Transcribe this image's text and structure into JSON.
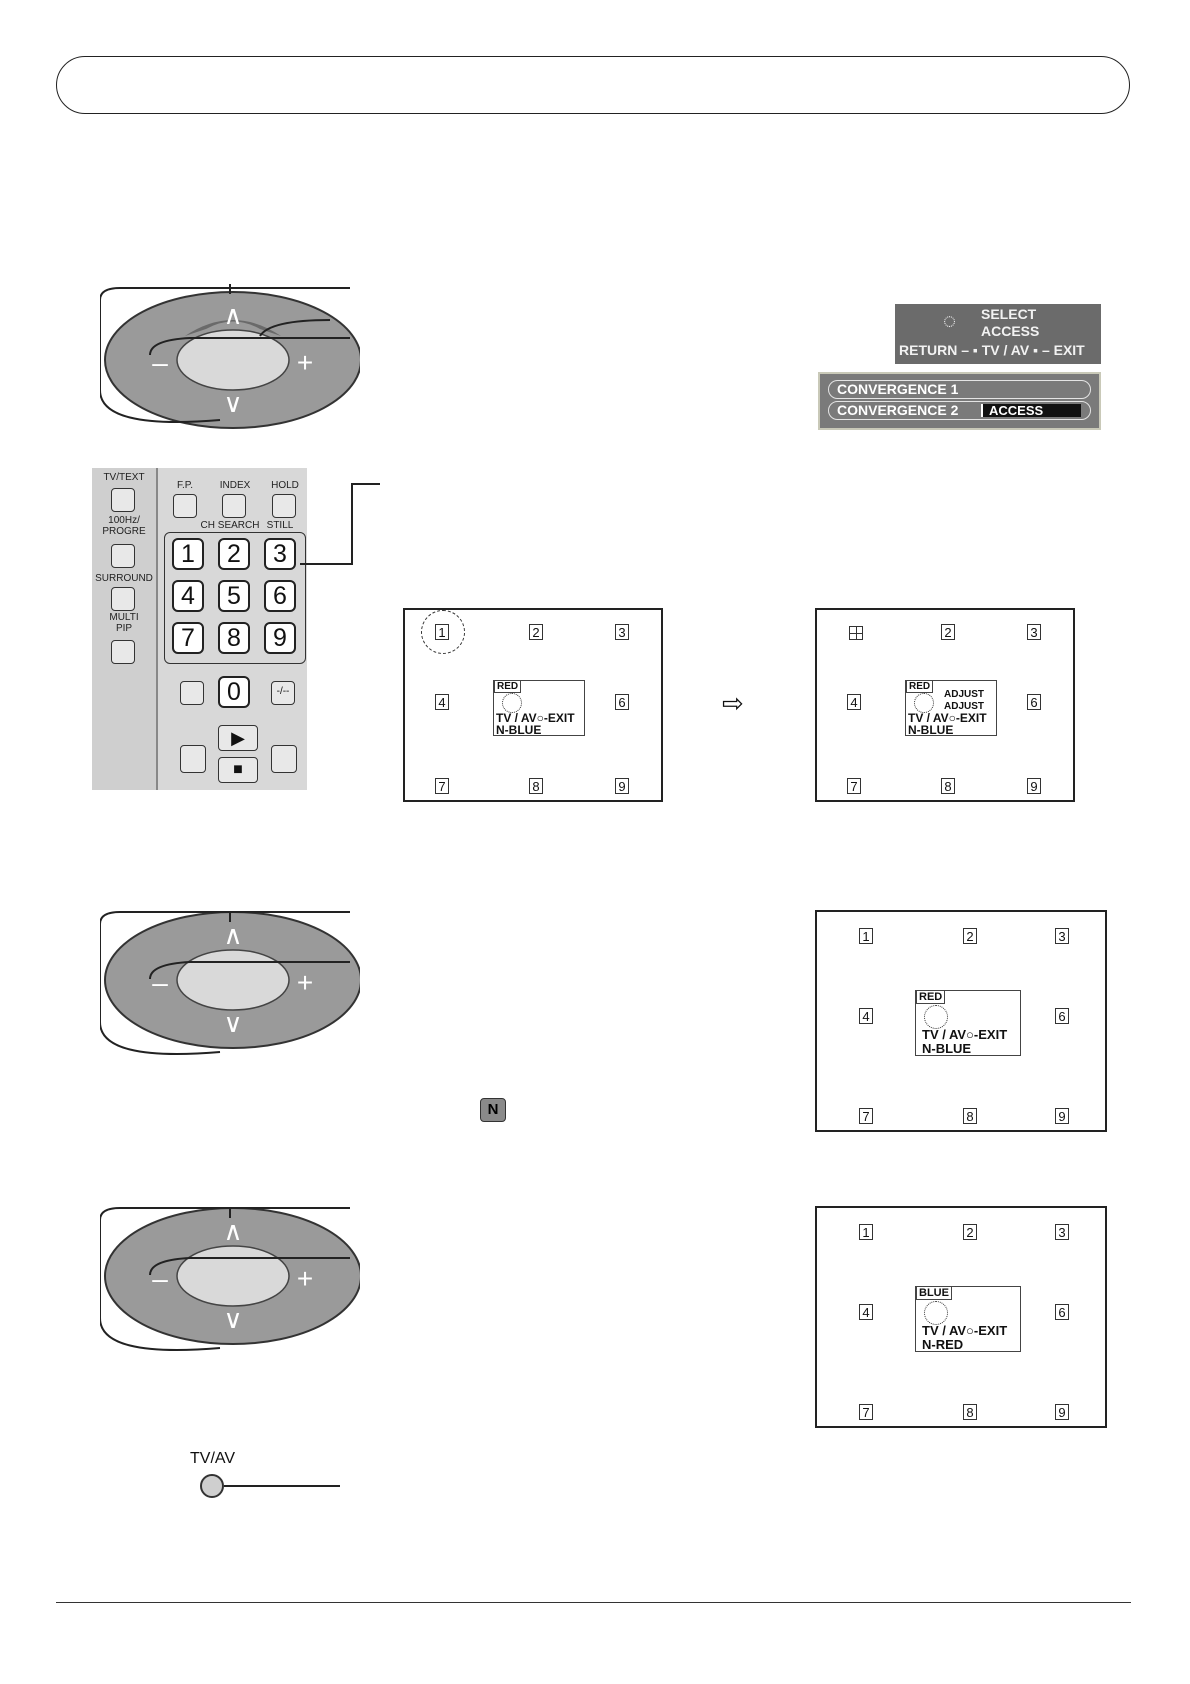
{
  "osd": {
    "select": "SELECT",
    "access": "ACCESS",
    "return_exit": "RETURN – ▪ TV / AV ▪ – EXIT",
    "menu_item_1": "CONVERGENCE 1",
    "menu_item_2": "CONVERGENCE 2",
    "menu_access": "ACCESS"
  },
  "remote": {
    "tv_text": "TV/TEXT",
    "fp": "F.P.",
    "index": "INDEX",
    "hold": "HOLD",
    "ch_search": "CH SEARCH",
    "still": "STILL",
    "hz100": "100Hz/\nPROGRE",
    "surround": "SURROUND",
    "multi_pip": "MULTI\nPIP",
    "numbers": [
      "1",
      "2",
      "3",
      "4",
      "5",
      "6",
      "7",
      "8",
      "9",
      "0"
    ],
    "dash_key": "-/--"
  },
  "screens": {
    "grid": [
      "1",
      "2",
      "3",
      "4",
      "6",
      "7",
      "8",
      "9"
    ],
    "s1": {
      "color": "RED",
      "exit": "TV / AV○-EXIT",
      "next": "N-BLUE"
    },
    "s2": {
      "color": "RED",
      "adjust": "ADJUST",
      "exit": "TV / AV○-EXIT",
      "next": "N-BLUE"
    },
    "s3": {
      "color": "RED",
      "exit": "TV / AV○-EXIT",
      "next": "N-BLUE"
    },
    "s4": {
      "color": "BLUE",
      "exit": "TV / AV○-EXIT",
      "next": "N-RED"
    }
  },
  "arrow": "⇨",
  "n_key": "N",
  "tvav_label": "TV/AV"
}
